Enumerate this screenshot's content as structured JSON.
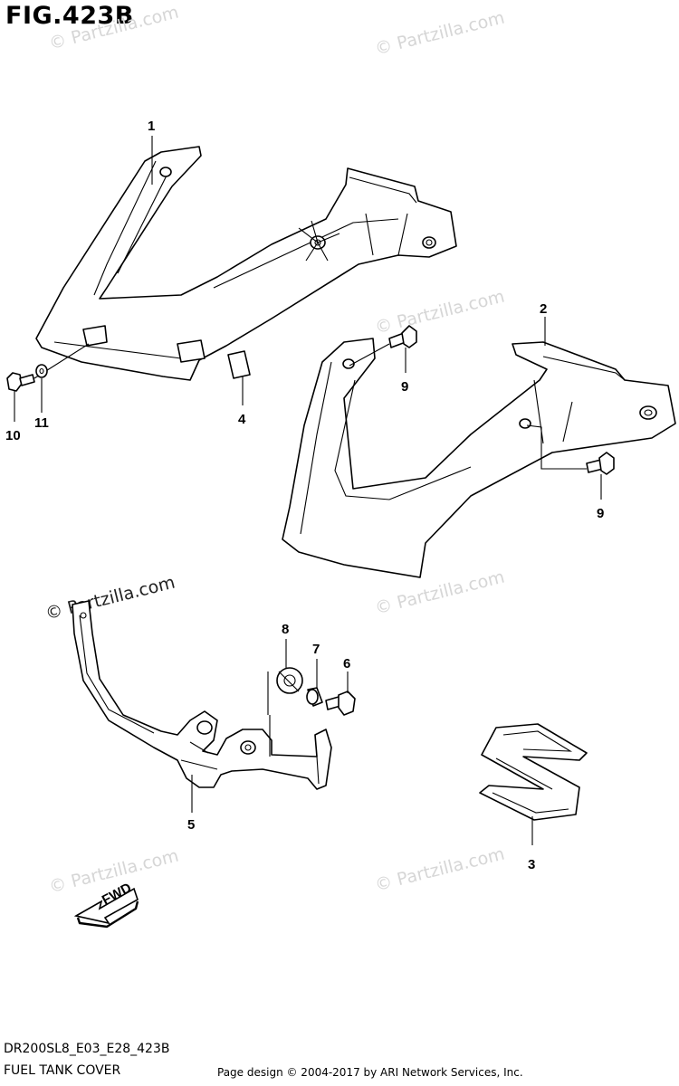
{
  "figure": {
    "title": "FIG.423B",
    "model_code": "DR200SL8_E03_E28_423B",
    "section_title": "FUEL TANK COVER",
    "credit": "Page design © 2004-2017 by ARI Network Services, Inc."
  },
  "watermark": "© Partzilla.com",
  "fwd_label": "FWD",
  "callouts": [
    {
      "id": "c1",
      "label": "1"
    },
    {
      "id": "c2",
      "label": "2"
    },
    {
      "id": "c3",
      "label": "3"
    },
    {
      "id": "c4",
      "label": "4"
    },
    {
      "id": "c5",
      "label": "5"
    },
    {
      "id": "c6",
      "label": "6"
    },
    {
      "id": "c7",
      "label": "7"
    },
    {
      "id": "c8",
      "label": "8"
    },
    {
      "id": "c9a",
      "label": "9"
    },
    {
      "id": "c9b",
      "label": "9"
    },
    {
      "id": "c10",
      "label": "10"
    },
    {
      "id": "c11",
      "label": "11"
    }
  ]
}
